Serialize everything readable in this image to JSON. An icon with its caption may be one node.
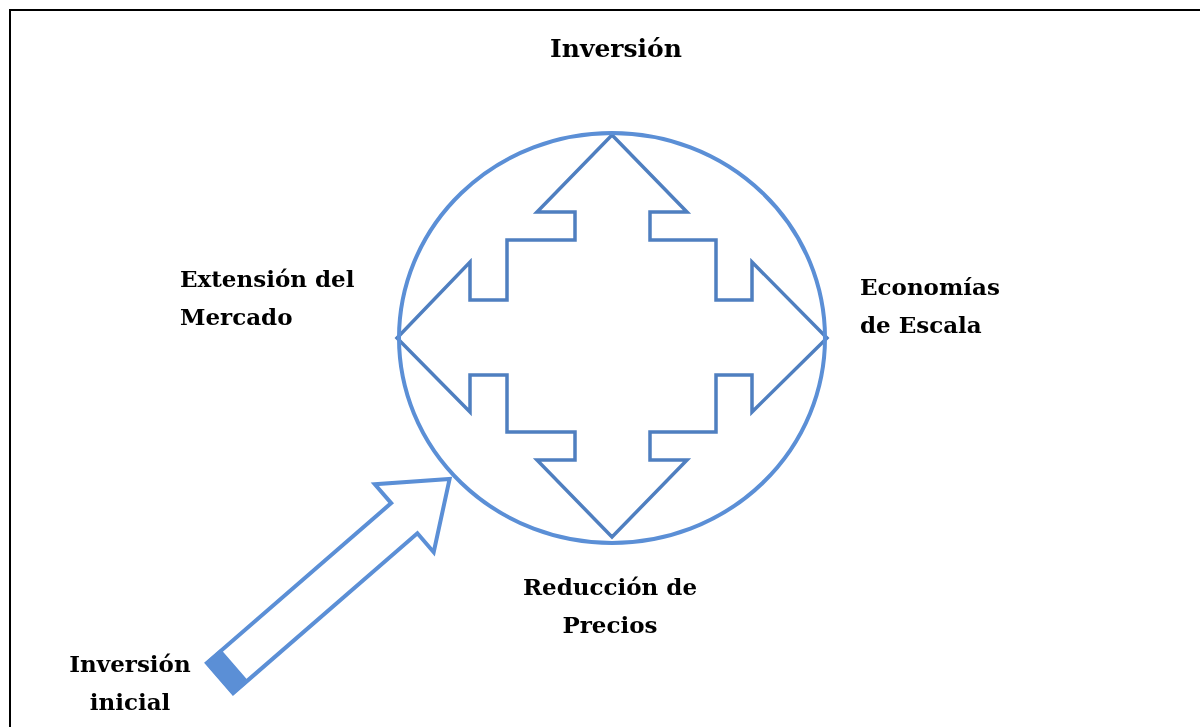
{
  "diagram": {
    "title": "Inversión",
    "nodes": [
      {
        "text": [
          "Extensión del Mercado"
        ]
      },
      {
        "text": [],
        "shape": "circle"
      },
      {
        "text": [
          "Economías de Escala"
        ]
      },
      {
        "text": [
          "Reducción de Precios"
        ]
      },
      {
        "text": [
          "Inversión inicial"
        ]
      }
    ],
    "edges": [
      {
        "from": 4,
        "to": 1,
        "arrow": "to",
        "style": "thick"
      }
    ]
  }
}
